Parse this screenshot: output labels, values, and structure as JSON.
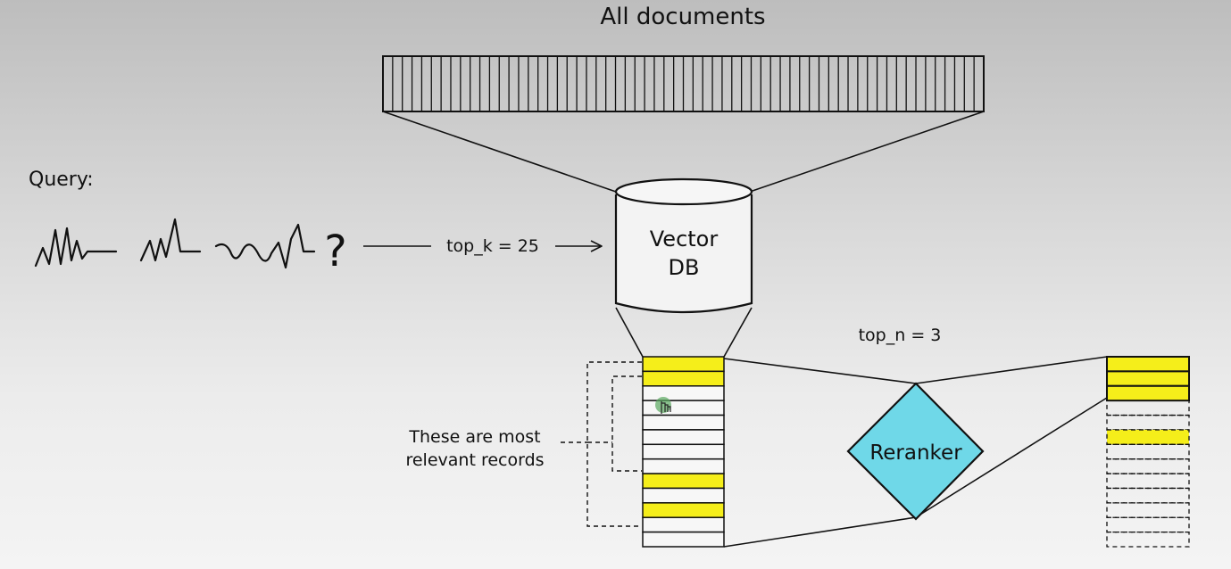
{
  "title": "All documents",
  "query_label": "Query:",
  "query_mark": "?",
  "arrow_label": "top_k = 25",
  "db_label_line1": "Vector",
  "db_label_line2": "DB",
  "top_n_label": "top_n = 3",
  "reranker_label": "Reranker",
  "annotation_line1": "These are most",
  "annotation_line2": "relevant records",
  "colors": {
    "highlight": "#f5ee1a",
    "reranker_fill": "#6fd8e8",
    "stroke": "#111111",
    "cursor": "#5aa860"
  },
  "all_documents_count": 62,
  "retrieved_rows": 13,
  "retrieved_highlighted": [
    0,
    1,
    8,
    10
  ],
  "reranked_rows": 13,
  "reranked_highlighted": [
    0,
    1,
    2,
    5
  ]
}
